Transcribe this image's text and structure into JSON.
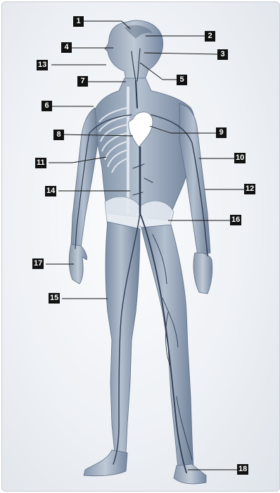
{
  "figure": {
    "type": "anatomical-illustration",
    "subject": "human-circulatory-system"
  },
  "callouts": [
    "1",
    "2",
    "3",
    "4",
    "5",
    "6",
    "7",
    "8",
    "9",
    "10",
    "11",
    "12",
    "13",
    "14",
    "15",
    "16",
    "17",
    "18"
  ],
  "colors": {
    "background": "#eef1f5",
    "body": "#8f9fb3",
    "vessels": "#2e3b52",
    "heart": "#ffffff",
    "label_bg": "#111111",
    "label_text": "#ffffff"
  }
}
